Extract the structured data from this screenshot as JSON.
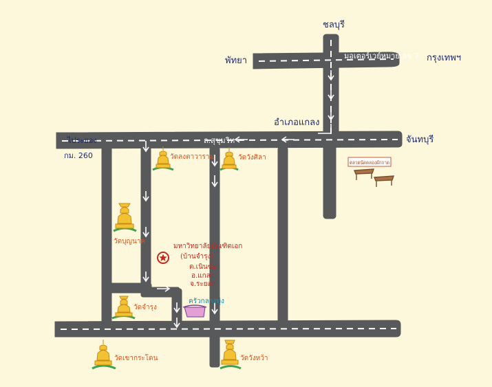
{
  "places": {
    "chonburi": "ชลบุรี",
    "pattaya": "พัทยา",
    "bangkok": "กรุงเทพฯ",
    "motorway": "มอเตอร์เวย์หมายเลข 7",
    "klaeng": "อำเภอแกลง",
    "chanthaburi": "จันทบุรี",
    "to_rayong": "ไประยอง",
    "km": "กม. 260",
    "sukhumvit": "ถ.สุขุมวิท",
    "market": "ตลาดนัดคลองผักกาด"
  },
  "temples": [
    {
      "key": "lotuta",
      "label": "วัดลงตาวาราม"
    },
    {
      "key": "wangsila",
      "label": "วัดวังศิลา"
    },
    {
      "key": "bunyanat",
      "label": "วัดบุญนาค"
    },
    {
      "key": "chamrung",
      "label": "วัดจำรุง"
    },
    {
      "key": "khaokradon",
      "label": "วัดเขากระโดน"
    },
    {
      "key": "wanghwa",
      "label": "วัดวังหว้า"
    }
  ],
  "destination": {
    "lines": [
      "มหาวิทยาลัยบัณฑิตเอก",
      "(บ้านจำรุง)",
      "ต.เนินฆ้อ",
      "อ.แกลง",
      "จ.ระยอง"
    ]
  },
  "landmark": {
    "label": "ครัวกลางทุ่ง"
  },
  "colors": {
    "background": "#fdf8dc",
    "road": "#58595b",
    "lane": "#ffffff",
    "place_label": "#1d2a6e",
    "temple_label": "#d9531e",
    "destination": "#c22a1e",
    "landmark": "#1f8fa6"
  }
}
